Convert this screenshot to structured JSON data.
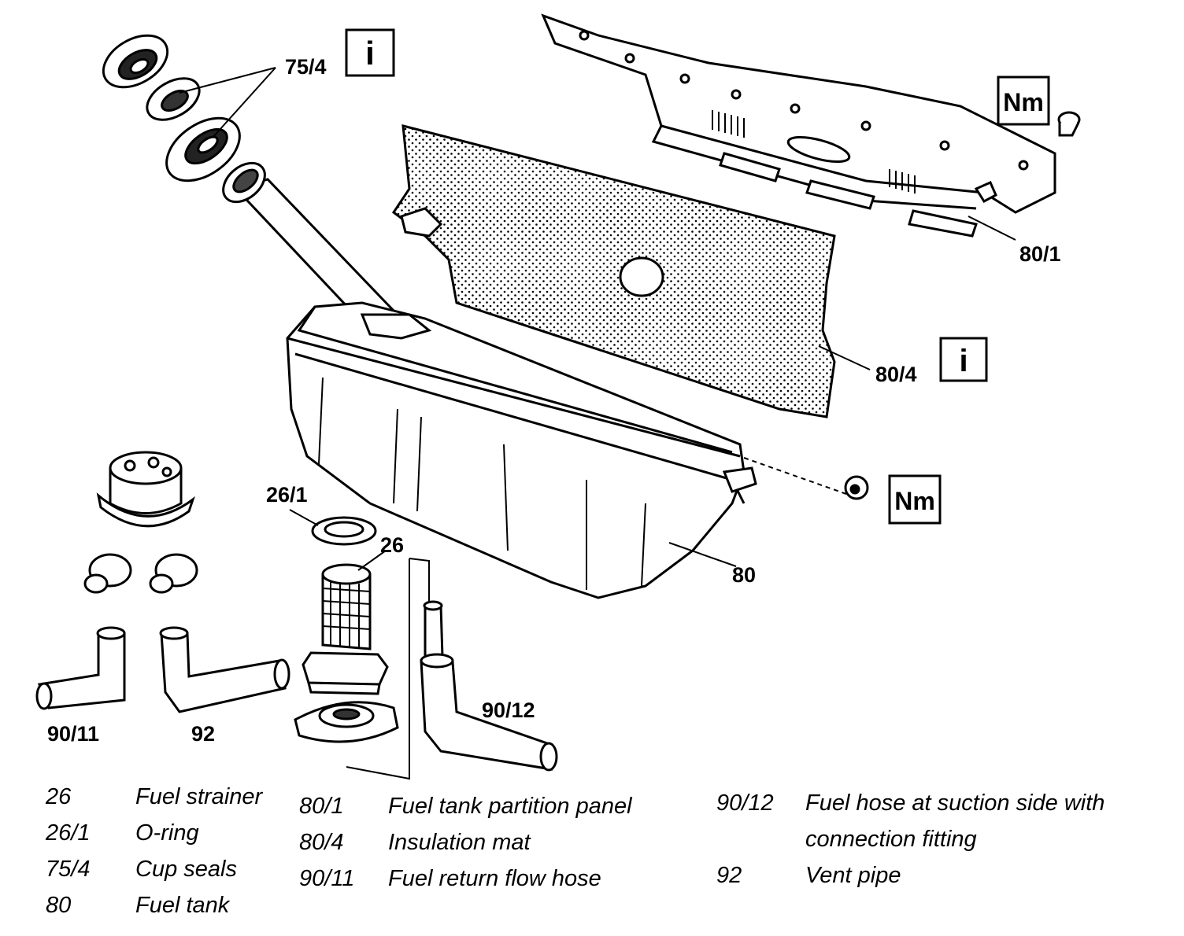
{
  "callouts": {
    "c75_4": "75/4",
    "c80_1": "80/1",
    "c80_4": "80/4",
    "c26_1": "26/1",
    "c26": "26",
    "c80": "80",
    "c90_12": "90/12",
    "c90_11": "90/11",
    "c92": "92"
  },
  "badges": {
    "info_75_4": "i",
    "info_80_4": "i",
    "torque_80_1": "Nm",
    "torque_80": "Nm"
  },
  "legend": {
    "col1": [
      {
        "num": "26",
        "desc": "Fuel strainer"
      },
      {
        "num": "26/1",
        "desc": "O-ring"
      },
      {
        "num": "75/4",
        "desc": "Cup seals"
      },
      {
        "num": "80",
        "desc": "Fuel tank"
      }
    ],
    "col2": [
      {
        "num": "80/1",
        "desc": "Fuel tank partition panel"
      },
      {
        "num": "80/4",
        "desc": "Insulation mat"
      },
      {
        "num": "90/11",
        "desc": "Fuel return flow hose"
      }
    ],
    "col3": [
      {
        "num": "90/12",
        "desc": "Fuel hose at suction side with",
        "desc_line2": "connection fitting"
      },
      {
        "num": "92",
        "desc": "Vent pipe"
      }
    ]
  }
}
